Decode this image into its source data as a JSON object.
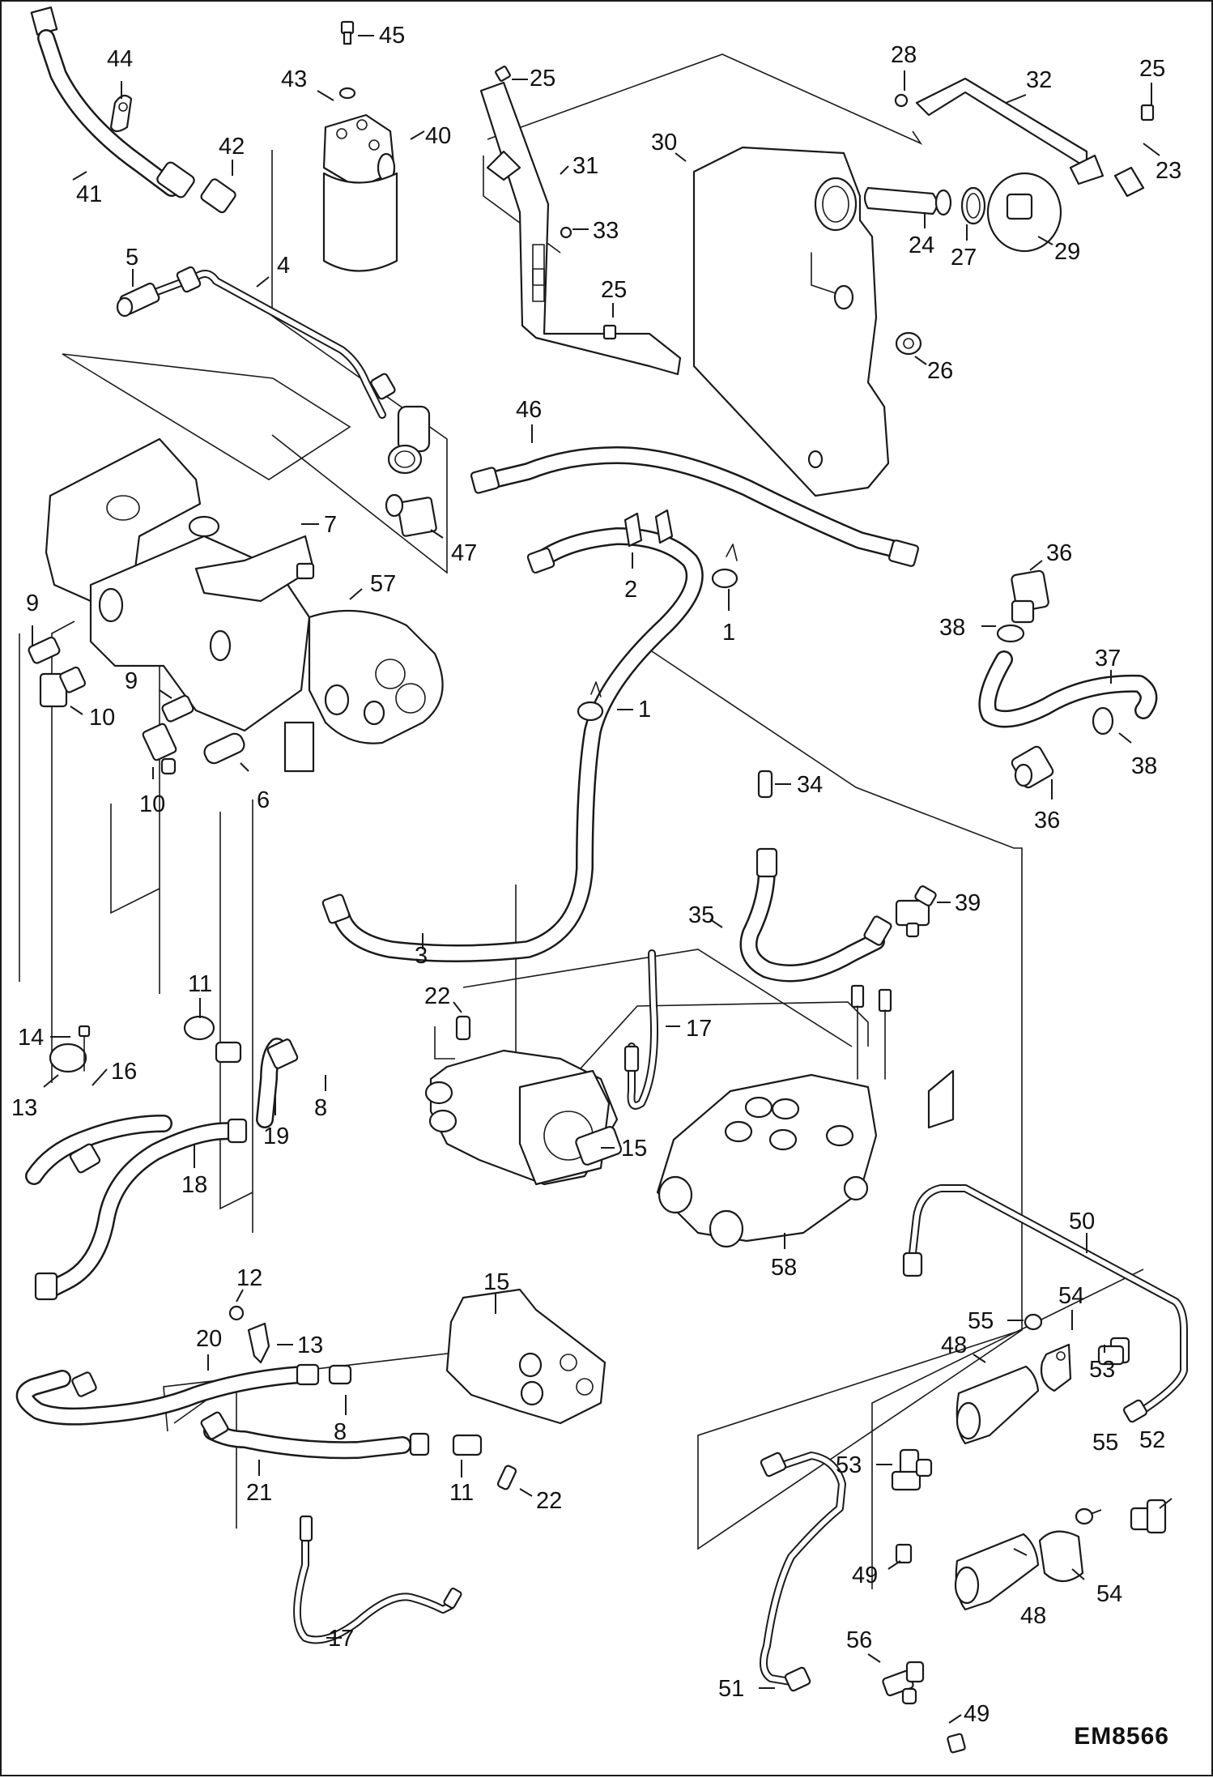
{
  "diagram": {
    "type": "exploded hydraulic parts diagram",
    "drawing_id": "EM8566",
    "callouts": [
      {
        "id": "c1a",
        "label": "1"
      },
      {
        "id": "c1b",
        "label": "1"
      },
      {
        "id": "c2",
        "label": "2"
      },
      {
        "id": "c3",
        "label": "3"
      },
      {
        "id": "c4",
        "label": "4"
      },
      {
        "id": "c5",
        "label": "5"
      },
      {
        "id": "c6",
        "label": "6"
      },
      {
        "id": "c7",
        "label": "7"
      },
      {
        "id": "c8a",
        "label": "8"
      },
      {
        "id": "c8b",
        "label": "8"
      },
      {
        "id": "c9a",
        "label": "9"
      },
      {
        "id": "c9b",
        "label": "9"
      },
      {
        "id": "c10a",
        "label": "10"
      },
      {
        "id": "c10b",
        "label": "10"
      },
      {
        "id": "c11a",
        "label": "11"
      },
      {
        "id": "c11b",
        "label": "11"
      },
      {
        "id": "c12",
        "label": "12"
      },
      {
        "id": "c13a",
        "label": "13"
      },
      {
        "id": "c13b",
        "label": "13"
      },
      {
        "id": "c14",
        "label": "14"
      },
      {
        "id": "c15a",
        "label": "15"
      },
      {
        "id": "c15b",
        "label": "15"
      },
      {
        "id": "c16",
        "label": "16"
      },
      {
        "id": "c17a",
        "label": "17"
      },
      {
        "id": "c17b",
        "label": "17"
      },
      {
        "id": "c18",
        "label": "18"
      },
      {
        "id": "c19",
        "label": "19"
      },
      {
        "id": "c20",
        "label": "20"
      },
      {
        "id": "c21",
        "label": "21"
      },
      {
        "id": "c22a",
        "label": "22"
      },
      {
        "id": "c22b",
        "label": "22"
      },
      {
        "id": "c23",
        "label": "23"
      },
      {
        "id": "c24",
        "label": "24"
      },
      {
        "id": "c25a",
        "label": "25"
      },
      {
        "id": "c25b",
        "label": "25"
      },
      {
        "id": "c25c",
        "label": "25"
      },
      {
        "id": "c26",
        "label": "26"
      },
      {
        "id": "c27",
        "label": "27"
      },
      {
        "id": "c28",
        "label": "28"
      },
      {
        "id": "c29",
        "label": "29"
      },
      {
        "id": "c30",
        "label": "30"
      },
      {
        "id": "c31",
        "label": "31"
      },
      {
        "id": "c32",
        "label": "32"
      },
      {
        "id": "c33",
        "label": "33"
      },
      {
        "id": "c34",
        "label": "34"
      },
      {
        "id": "c35",
        "label": "35"
      },
      {
        "id": "c36a",
        "label": "36"
      },
      {
        "id": "c36b",
        "label": "36"
      },
      {
        "id": "c37",
        "label": "37"
      },
      {
        "id": "c38a",
        "label": "38"
      },
      {
        "id": "c38b",
        "label": "38"
      },
      {
        "id": "c39",
        "label": "39"
      },
      {
        "id": "c40",
        "label": "40"
      },
      {
        "id": "c41",
        "label": "41"
      },
      {
        "id": "c42",
        "label": "42"
      },
      {
        "id": "c43",
        "label": "43"
      },
      {
        "id": "c44",
        "label": "44"
      },
      {
        "id": "c45",
        "label": "45"
      },
      {
        "id": "c46",
        "label": "46"
      },
      {
        "id": "c47",
        "label": "47"
      },
      {
        "id": "c48a",
        "label": "48"
      },
      {
        "id": "c48b",
        "label": "48"
      },
      {
        "id": "c49a",
        "label": "49"
      },
      {
        "id": "c49b",
        "label": "49"
      },
      {
        "id": "c50",
        "label": "50"
      },
      {
        "id": "c51",
        "label": "51"
      },
      {
        "id": "c52",
        "label": "52"
      },
      {
        "id": "c53a",
        "label": "53"
      },
      {
        "id": "c53b",
        "label": "53"
      },
      {
        "id": "c54a",
        "label": "54"
      },
      {
        "id": "c54b",
        "label": "54"
      },
      {
        "id": "c55a",
        "label": "55"
      },
      {
        "id": "c55b",
        "label": "55"
      },
      {
        "id": "c56",
        "label": "56"
      },
      {
        "id": "c57",
        "label": "57"
      },
      {
        "id": "c58",
        "label": "58"
      }
    ]
  }
}
